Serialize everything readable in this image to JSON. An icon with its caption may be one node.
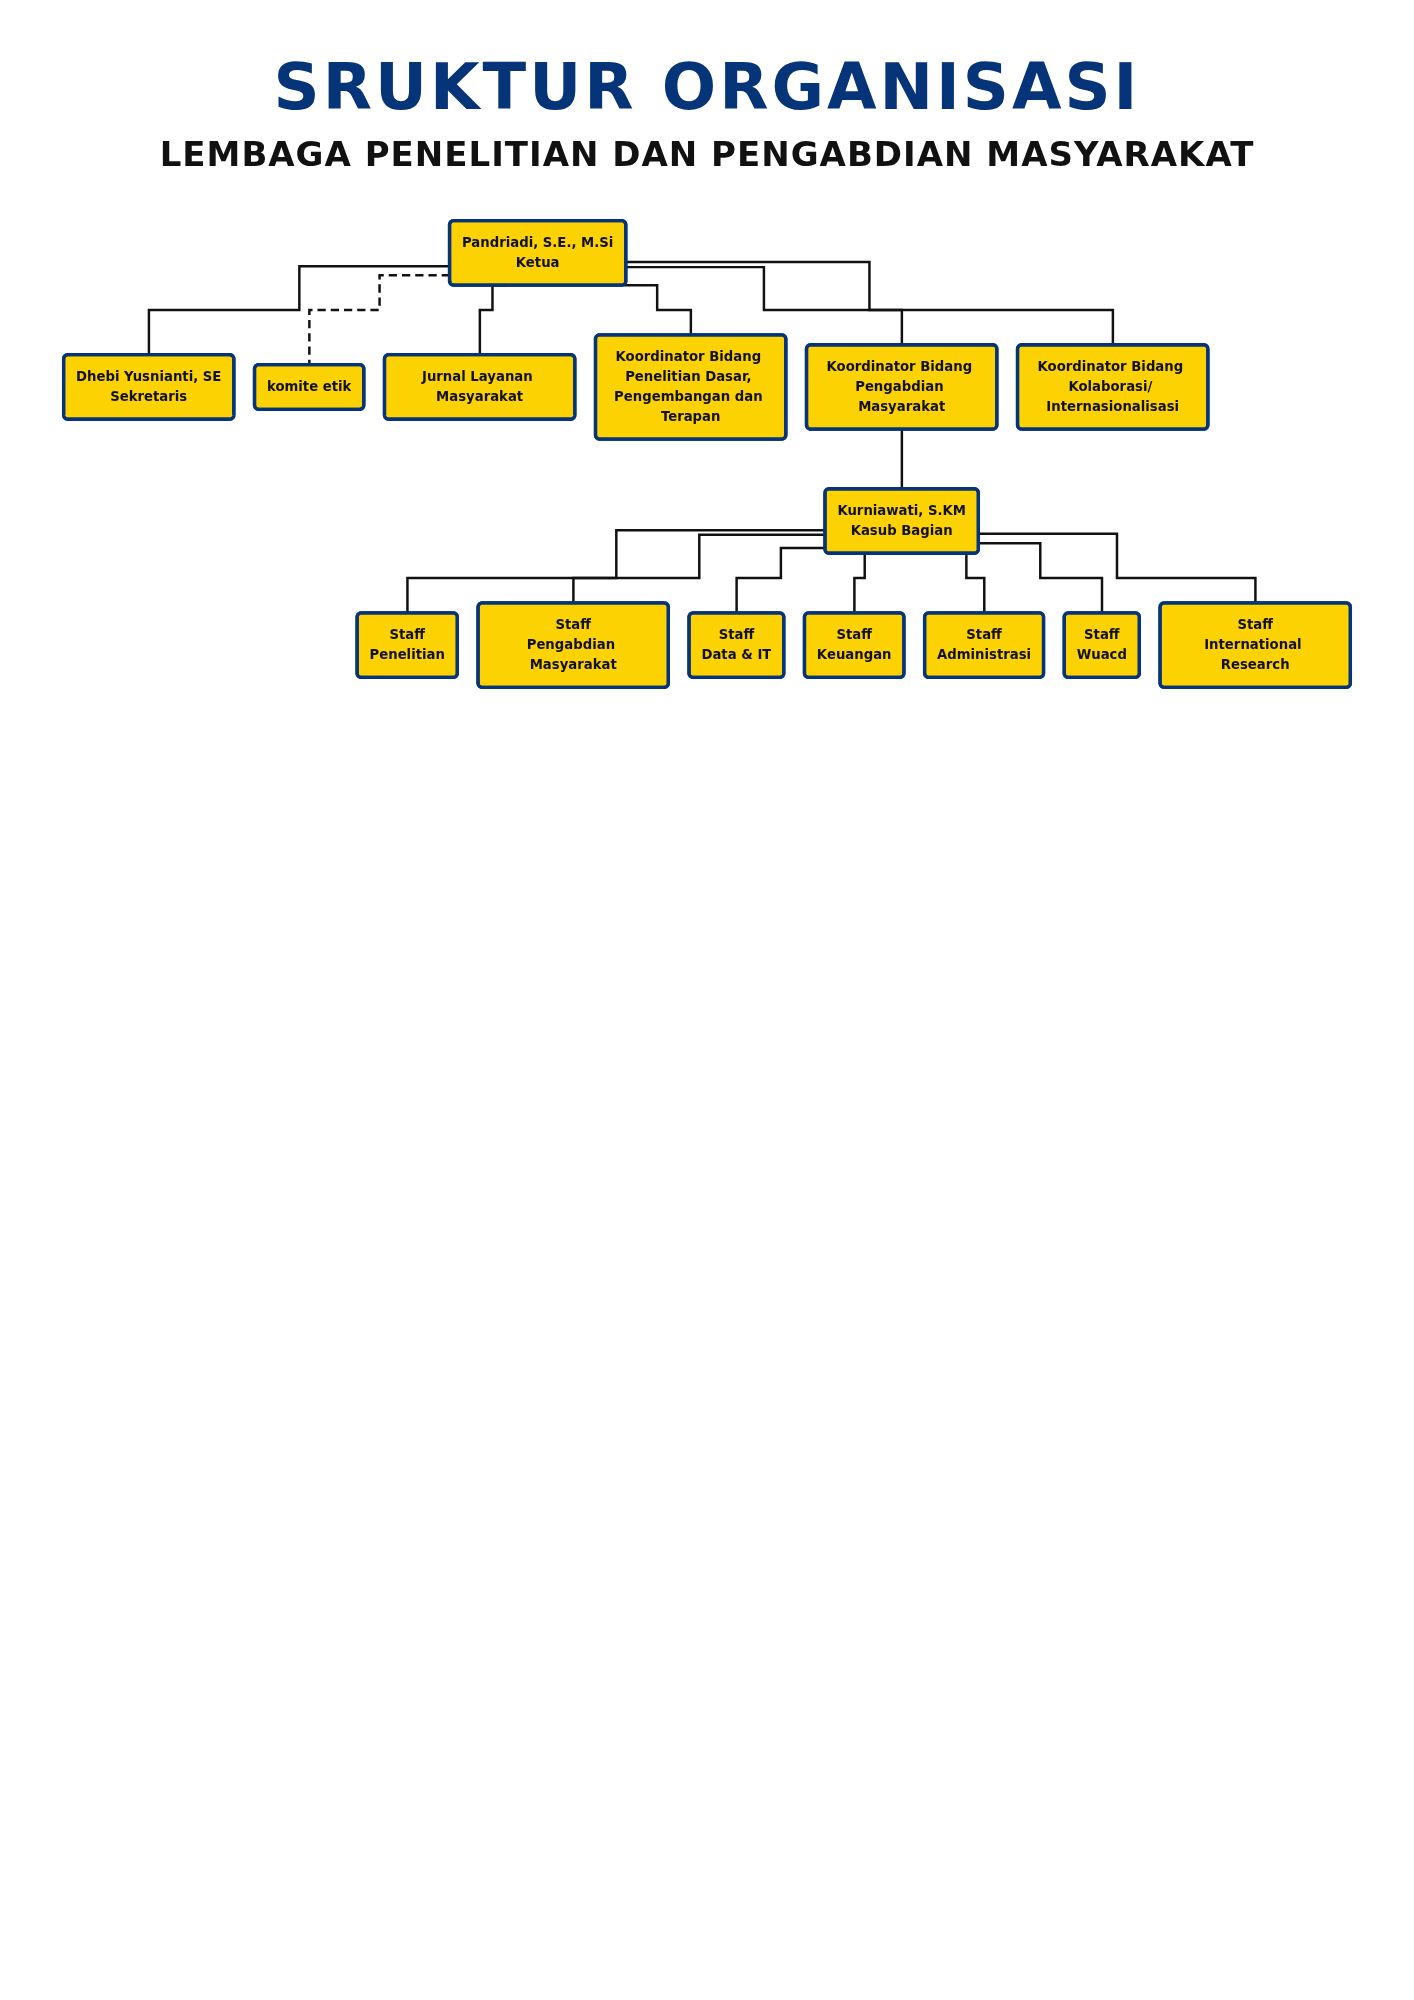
{
  "diagram": {
    "title": "SRUKTUR ORGANISASI",
    "nodes": [
      {
        "text": [
          "Pandriadi, S.E., M.Si",
          "Ketua"
        ]
      },
      {
        "text": [
          "Dhebi Yusnianti, SE",
          "Sekretaris"
        ]
      },
      {
        "text": [
          "komite etik"
        ]
      },
      {
        "text": [
          "Jurnal Layanan Masyarakat"
        ]
      },
      {
        "text": [
          "Koordinator Bidang Penelitian Dasar, Pengembangan dan Terapan"
        ]
      },
      {
        "text": [
          "Koordinator Bidang Pengabdian Masyarakat"
        ]
      },
      {
        "text": [
          "Koordinator Bidang Kolaborasi/ Internasionalisasi"
        ]
      },
      {
        "text": [
          "Kurniawati, S.KM",
          "Kasub Bagian"
        ]
      },
      {
        "text": [
          "Staff",
          "Penelitian"
        ]
      },
      {
        "text": [
          "Staff",
          "Pengabdian Masyarakat"
        ]
      },
      {
        "text": [
          "Staff",
          "Data & IT"
        ]
      },
      {
        "text": [
          "Staff",
          "Keuangan"
        ]
      },
      {
        "text": [
          "Staff",
          "Administrasi"
        ]
      },
      {
        "text": [
          "Staff",
          "Wuacd"
        ]
      },
      {
        "text": [
          "Staff",
          "International Research"
        ]
      }
    ],
    "edges": [
      {
        "from": 0,
        "to": 1,
        "arrow": "none"
      },
      {
        "from": 0,
        "to": 2,
        "arrow": "none",
        "style": "dashed"
      },
      {
        "from": 0,
        "to": 3,
        "arrow": "none"
      },
      {
        "from": 0,
        "to": 4,
        "arrow": "none"
      },
      {
        "from": 0,
        "to": 5,
        "arrow": "none"
      },
      {
        "from": 0,
        "to": 6,
        "arrow": "none"
      },
      {
        "from": 5,
        "to": 7,
        "arrow": "none"
      },
      {
        "from": 7,
        "to": 8,
        "arrow": "none"
      },
      {
        "from": 7,
        "to": 9,
        "arrow": "none"
      },
      {
        "from": 7,
        "to": 10,
        "arrow": "none"
      },
      {
        "from": 7,
        "to": 11,
        "arrow": "none"
      },
      {
        "from": 7,
        "to": 12,
        "arrow": "none"
      },
      {
        "from": 7,
        "to": 13,
        "arrow": "none"
      },
      {
        "from": 7,
        "to": 14,
        "arrow": "none"
      }
    ],
    "labels": [
      "LEMBAGA PENELITIAN DAN PENGABDIAN MASYARAKAT"
    ]
  }
}
